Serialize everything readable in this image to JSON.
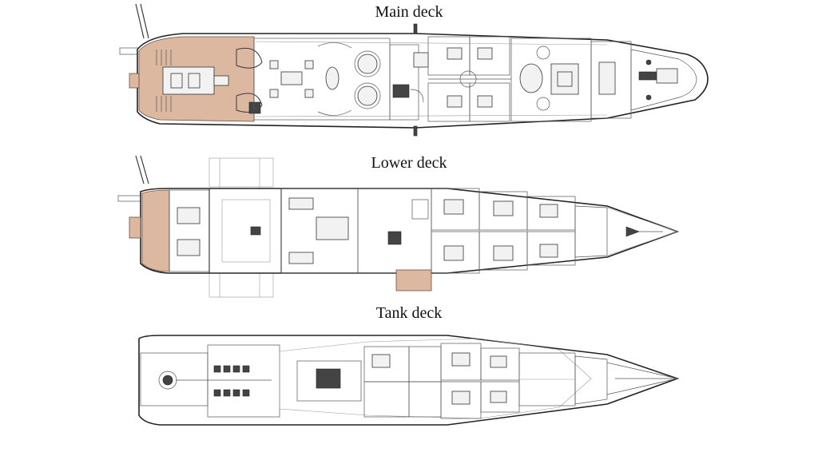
{
  "decks": [
    {
      "id": "main",
      "title": "Main deck"
    },
    {
      "id": "lower",
      "title": "Lower deck"
    },
    {
      "id": "tank",
      "title": "Tank deck"
    }
  ],
  "colors": {
    "teak_deck": "#dcb8a0",
    "line": "#333333",
    "background": "#ffffff"
  }
}
